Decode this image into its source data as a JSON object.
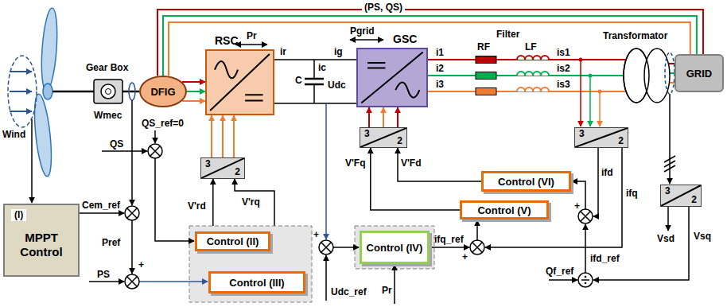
{
  "diagram": {
    "nodes": [
      {
        "text": [
          "(I)",
          "MPPT Control"
        ]
      },
      {
        "text": [
          "DFIG"
        ]
      },
      {
        "text": [
          "RSC"
        ]
      },
      {
        "text": [
          "GSC"
        ]
      },
      {
        "text": [
          "GRID"
        ]
      },
      {
        "text": [
          "3",
          "2"
        ]
      },
      {
        "text": [
          "3",
          "2"
        ]
      },
      {
        "text": [
          "3",
          "2"
        ]
      },
      {
        "text": [
          "3",
          "2"
        ]
      },
      {
        "text": [
          "Control (II)"
        ]
      },
      {
        "text": [
          "Control (III)"
        ]
      },
      {
        "text": [
          "Control (IV)"
        ]
      },
      {
        "text": [
          "Control (V)"
        ]
      },
      {
        "text": [
          "Control (VI)"
        ]
      }
    ],
    "edges": [
      {
        "from": 1,
        "to": 2,
        "arrow": "to"
      },
      {
        "from": 5,
        "to": 2,
        "arrow": "to"
      },
      {
        "from": 9,
        "to": 5,
        "arrow": "to"
      },
      {
        "from": 10,
        "to": 5,
        "arrow": "to"
      },
      {
        "from": 6,
        "to": 3,
        "arrow": "to"
      },
      {
        "from": 13,
        "to": 6,
        "arrow": "to"
      },
      {
        "from": 12,
        "to": 6,
        "arrow": "to"
      },
      {
        "from": 2,
        "to": 3,
        "arrow": "none"
      },
      {
        "from": 3,
        "to": 4,
        "arrow": "none"
      },
      {
        "from": 1,
        "to": 4,
        "arrow": "none"
      }
    ],
    "labels": [
      "Wind",
      "Gear Box",
      "Wmec",
      "(PS, QS)",
      "Pr",
      "ir",
      "ic",
      "C",
      "Udc",
      "ig",
      "Pgrid",
      "i1",
      "i2",
      "i3",
      "RF",
      "LF",
      "Filter",
      "is1",
      "is2",
      "is3",
      "Transformator",
      "Vsd",
      "Vsq",
      "V'Fq",
      "V'Fd",
      "ifd",
      "ifq",
      "ifq_ref",
      "ifd_ref",
      "Qf_ref",
      "Udc_ref",
      "Pr",
      "QS_ref=0",
      "QS",
      "Cem_ref",
      "Pref",
      "PS",
      "V'rd",
      "V'rq",
      "+",
      "+",
      "+",
      "+"
    ]
  }
}
